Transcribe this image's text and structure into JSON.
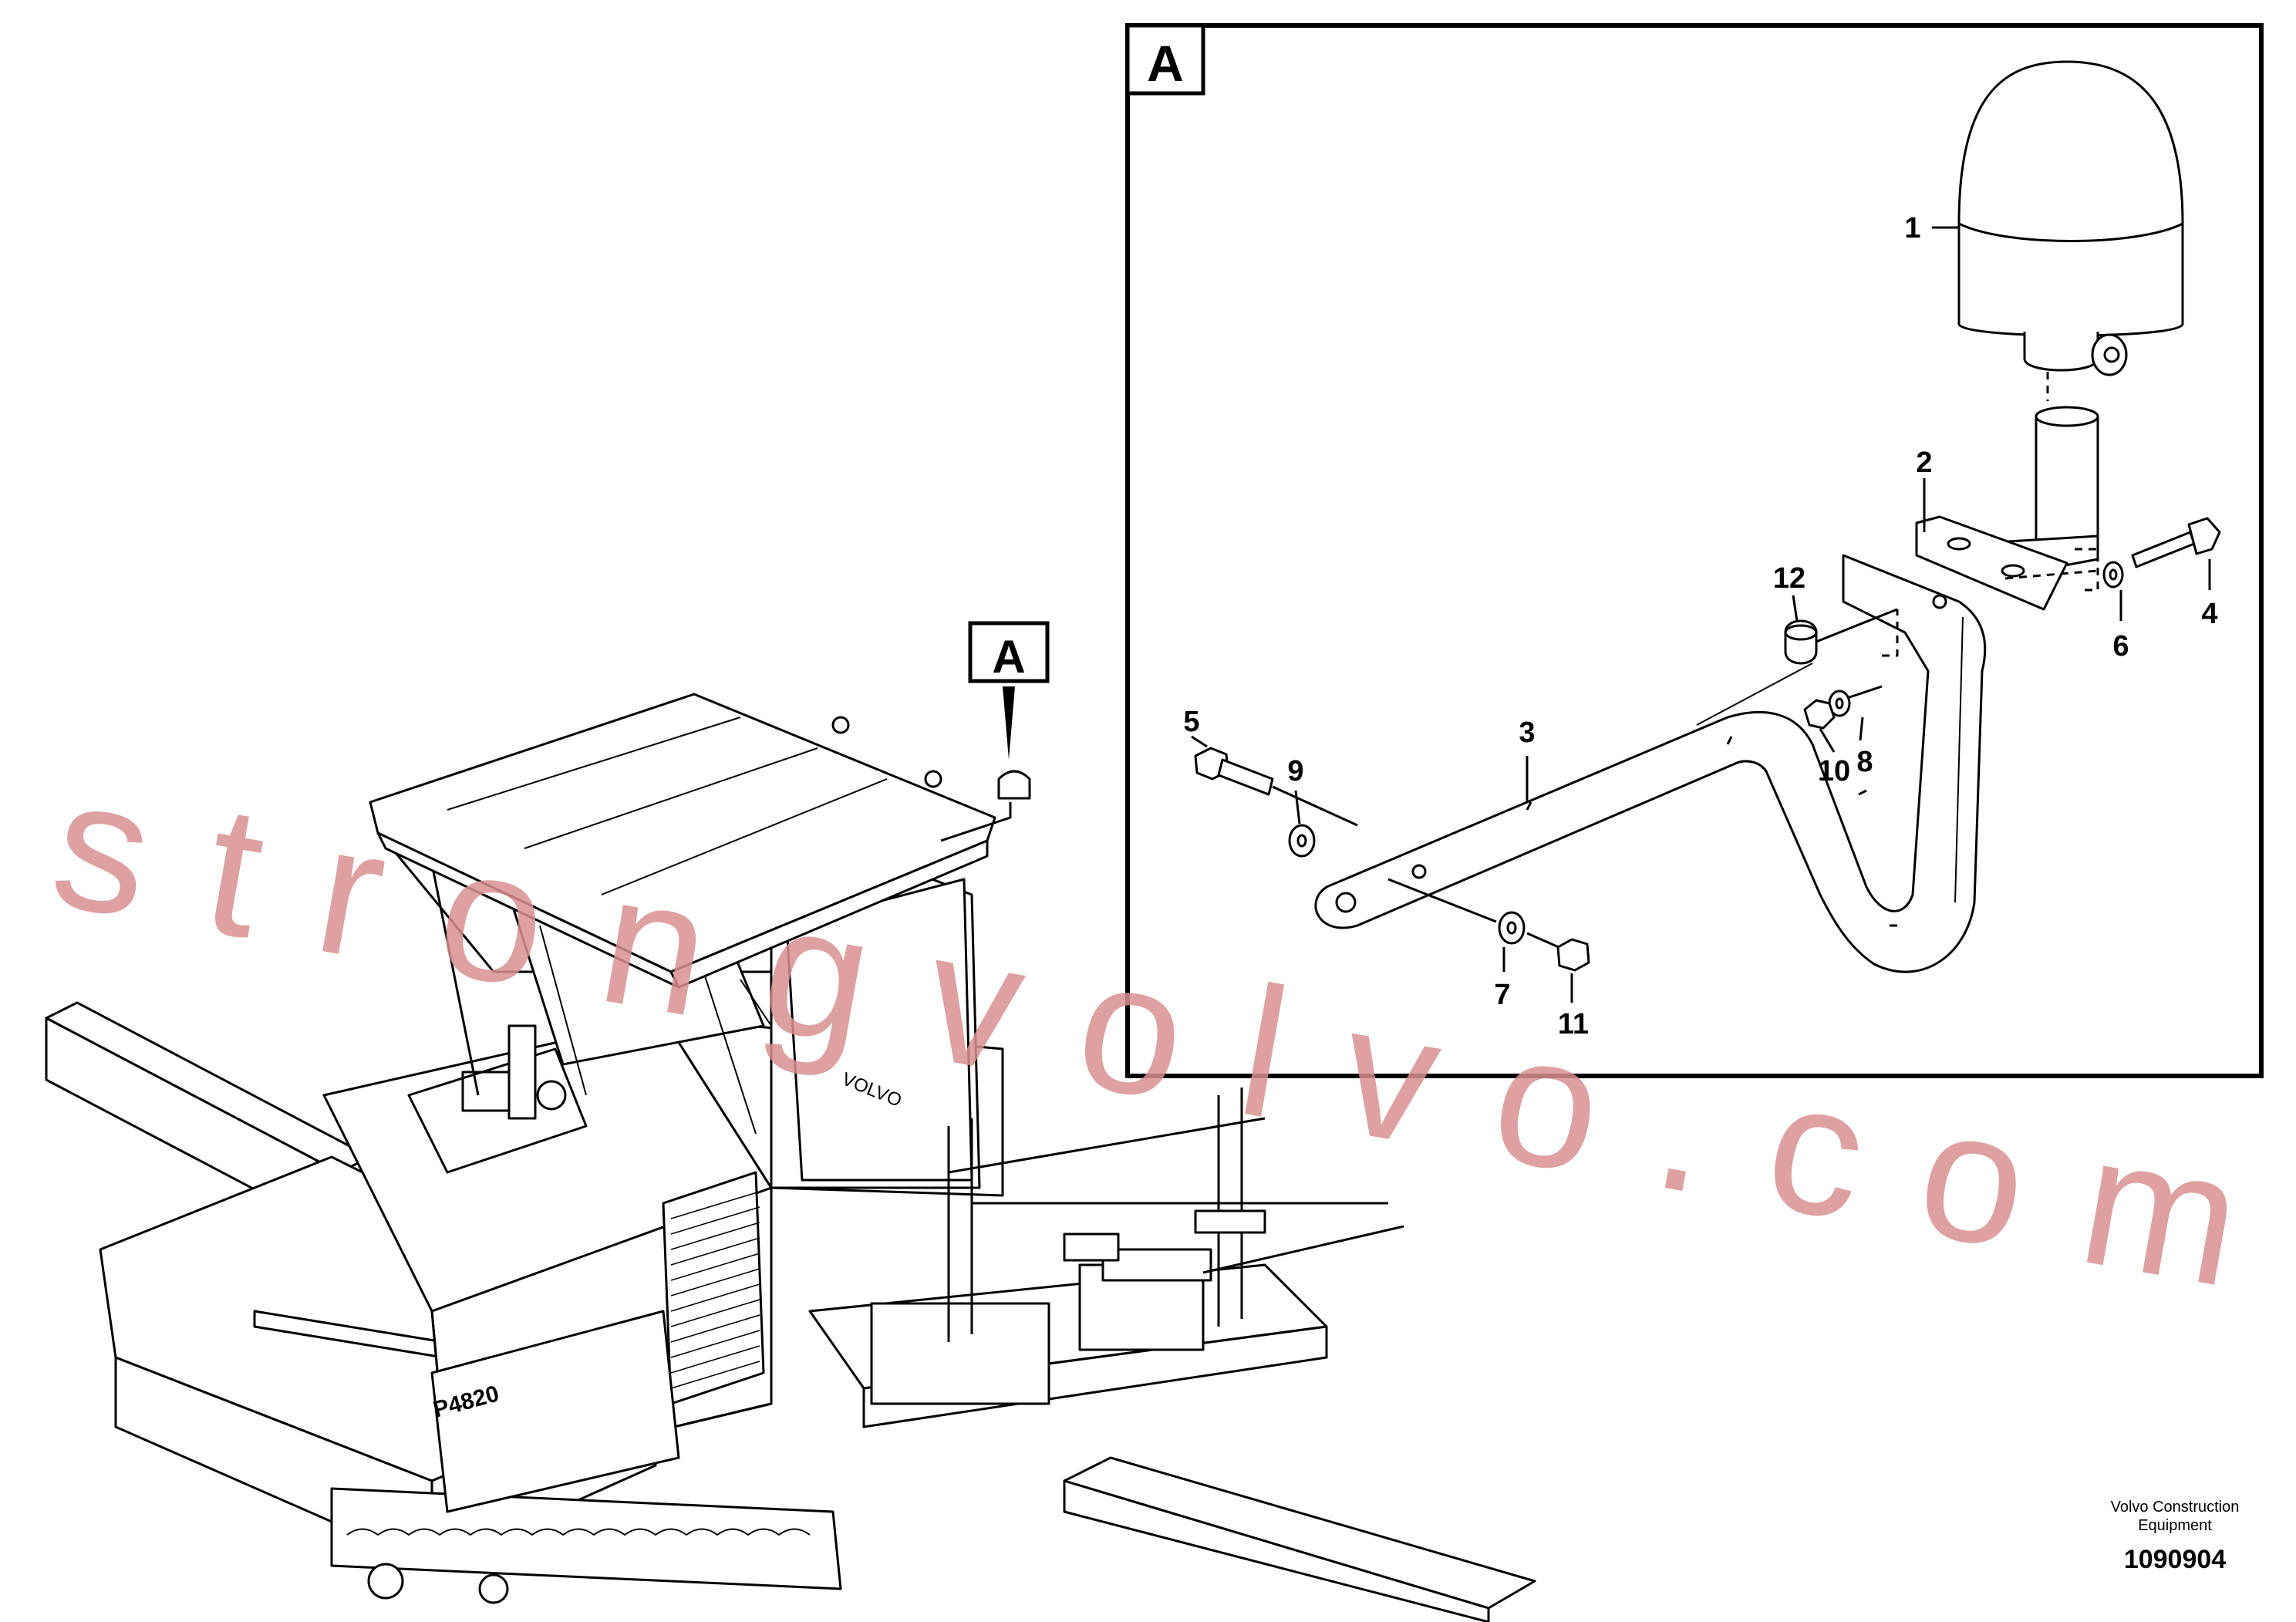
{
  "detail": {
    "letter": "A",
    "callout_letter": "A"
  },
  "parts": [
    {
      "id": "1",
      "label": "1",
      "icon": "beacon-lamp-icon"
    },
    {
      "id": "2",
      "label": "2",
      "icon": "lamp-mount-bracket-icon"
    },
    {
      "id": "3",
      "label": "3",
      "icon": "support-arm-icon"
    },
    {
      "id": "4",
      "label": "4",
      "icon": "bolt-icon"
    },
    {
      "id": "5",
      "label": "5",
      "icon": "bolt-icon"
    },
    {
      "id": "6",
      "label": "6",
      "icon": "washer-icon"
    },
    {
      "id": "7",
      "label": "7",
      "icon": "washer-icon"
    },
    {
      "id": "8",
      "label": "8",
      "icon": "washer-icon"
    },
    {
      "id": "9",
      "label": "9",
      "icon": "washer-icon"
    },
    {
      "id": "10",
      "label": "10",
      "icon": "nut-icon"
    },
    {
      "id": "11",
      "label": "11",
      "icon": "nut-icon"
    },
    {
      "id": "12",
      "label": "12",
      "icon": "nut-icon"
    }
  ],
  "machine": {
    "brand_badge": "VOLVO",
    "model_badge": "P4820"
  },
  "footer": {
    "publisher": "Volvo Construction Equipment",
    "drawing_number": "1090904"
  },
  "watermark": {
    "text": "strongvolvo.com",
    "color": "#d88f8f"
  }
}
